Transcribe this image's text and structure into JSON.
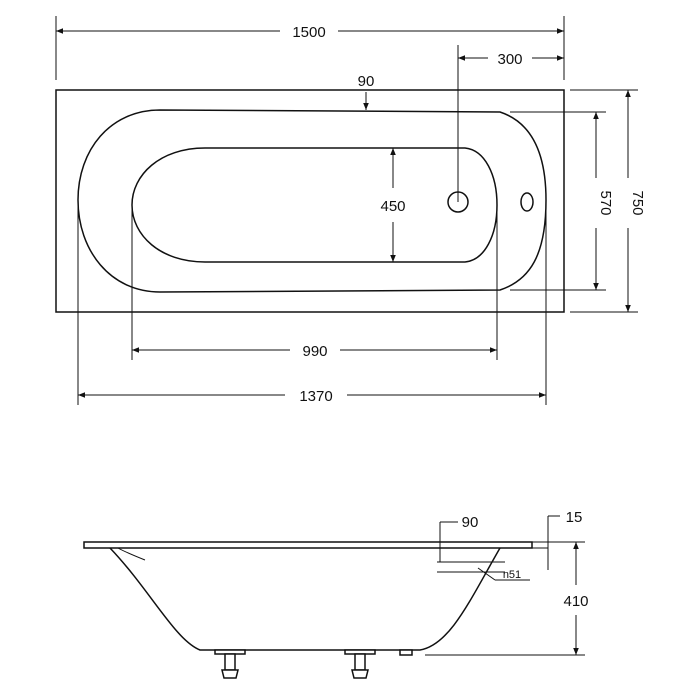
{
  "top_view": {
    "dimensions": {
      "overall_length": "1500",
      "drain_offset": "300",
      "rim_width": "90",
      "inner_width": "450",
      "basin_width": "570",
      "overall_width": "750",
      "inner_length": "990",
      "basin_length": "1370"
    }
  },
  "side_view": {
    "dimensions": {
      "rim_depth": "90",
      "rim_thickness": "15",
      "overflow_diameter": "n51",
      "total_height": "410"
    }
  }
}
